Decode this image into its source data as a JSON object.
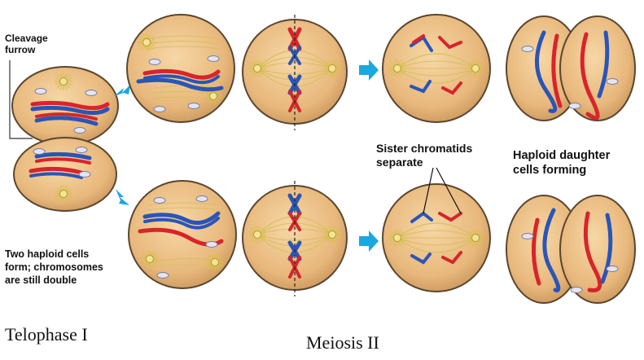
{
  "labels": {
    "cleavage_furrow": "Cleavage\nfurrow",
    "two_haploid": "Two haploid cells\nform; chromosomes\nare still double",
    "sister_chromatids": "Sister chromatids\nseparate",
    "haploid_daughter": "Haploid daughter\ncells forming",
    "telophase_caption": "Telophase I",
    "meiosis_caption": "Meiosis II"
  },
  "colors": {
    "cell_fill": "#e8b87c",
    "cell_edge": "#5a4630",
    "spindle": "#d8c060",
    "maternal": "#d8242a",
    "paternal": "#2a55b8",
    "arrow": "#19a8e0",
    "centrosome": "#e8d868"
  }
}
